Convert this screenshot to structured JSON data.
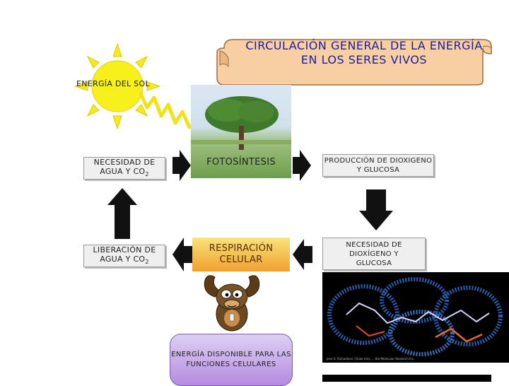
{
  "title": "CIRCULACIÓN GENERAL DE LA ENERGÍA EN LOS SERES VIVOS",
  "sun_label": "ENERGÍA DEL SOL",
  "nodes": {
    "necesidad_agua": {
      "text": "NECESIDAD DE AGUA Y CO",
      "sub": "2"
    },
    "liberacion_agua": {
      "text": "LIBERACIÓN DE AGUA Y CO",
      "sub": "2"
    },
    "fotosintesis": "FOTOSÍNTESIS",
    "respiracion": "RESPIRACIÓN CELULAR",
    "produccion": "PRODUCCIÓN DE DIOXIGENO Y GLUCOSA",
    "necesidad_dioxigeno": "NECESIDAD DE DIOXÍGENO Y GLUCOSA",
    "energia_disponible": "ENERGÍA DISPONIBLE PARA LAS FUNCIONES CELULARES"
  },
  "molecule_caption": "Jane S. Richardson / Duke Univ. ... Bio-Molecular Research Inc."
}
